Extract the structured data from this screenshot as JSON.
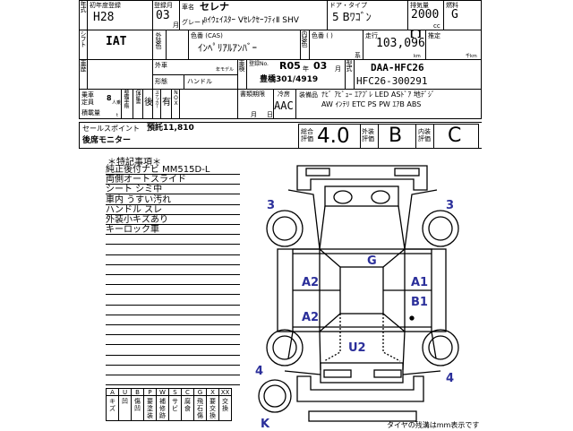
{
  "header": {
    "year_label": "年式",
    "first_reg_label": "初年度登録",
    "first_reg": "H28",
    "reg_month_label": "登録月",
    "reg_month": "03",
    "month_unit": "月",
    "car_name_label": "車名",
    "car_name": "セレナ",
    "grade_label": "グレード",
    "grade": "ﾊｲｳｪｲｽﾀｰ VｾﾚｸｾｰﾌﾃｨⅡ SHV",
    "door_label": "ドア・タイプ",
    "door": "5 Bﾜｺﾞﾝ",
    "displacement_label": "排気量",
    "displacement": "2000",
    "cc": "cc",
    "fuel_label": "燃料",
    "fuel": "G"
  },
  "row2": {
    "shift_label": "シフト",
    "shift": "IAT",
    "ext_color_label": "外装色",
    "color_no_label": "色番 (CAS)",
    "color": "ｲﾝﾍﾟﾘｱﾙｱﾝﾊﾞｰ",
    "int_color_label": "内装色",
    "int_color_no_label": "色番 ( )",
    "mileage_label": "走行",
    "mileage_bracket": "[ ]",
    "mileage": "103,096",
    "km": "km",
    "estimate_label": "推定",
    "thousand_km": "千km",
    "ko": "系"
  },
  "row3": {
    "history_label": "車歴",
    "import_label": "外車",
    "model_year_label": "年モデル",
    "form_label": "形態",
    "handle_label": "ハンドル",
    "inspection_label": "車検",
    "reg_no_label": "登録No.",
    "inspection_year": "R05",
    "year_unit": "年",
    "inspection_month": "03",
    "month_unit": "月",
    "reg_no": "豊橋301/4919",
    "type_label": "型式",
    "model_code": "DAA-HFC26",
    "chassis": "HFC26-300291"
  },
  "row4": {
    "capacity_label": "乗車定員",
    "capacity": "8",
    "capacity_unit": "人乗",
    "load_label": "積載量",
    "load_unit": "t",
    "manual_label": "整備手帳",
    "warranty_label": "保証書",
    "rear": "後",
    "sticker_label": "ステッカー",
    "has": "有",
    "nox_label": "NOX",
    "doc_label": "書類期限",
    "doc_month": "月",
    "doc_day": "日",
    "ac_label": "冷房",
    "ac": "AAC",
    "equipment_label": "装備品",
    "equipment_1": "ﾅﾋﾞ ｱﾋﾞｭｰ ｴｱﾌﾞﾚ LED ASﾄﾞｱ 地ﾃﾞｼﾞ",
    "equipment_2": "AW ｲﾝﾃﾘ ETC PS PW ｴｱB ABS"
  },
  "sales": {
    "label": "セールスポイント",
    "recycle": "預託11,810",
    "note": "後席モニター"
  },
  "scores": {
    "overall_label": "総合評価",
    "overall": "4.0",
    "exterior_label": "外装評価",
    "exterior": "B",
    "interior_label": "内装評価",
    "interior": "C"
  },
  "notes": {
    "title": "＊特記事項＊",
    "items": [
      "純正後付ナビ MM515D-L",
      "両側オートスライド",
      "シート シミ中",
      "車内 うすい汚れ",
      "ハンドル スレ",
      "外装小キズあり",
      "キーロック車"
    ]
  },
  "legend": {
    "codes": [
      "A",
      "U",
      "B",
      "P",
      "W",
      "S",
      "C",
      "G",
      "X",
      "XX"
    ],
    "meanings": [
      "キズ",
      "凹",
      "傷凹",
      "要塗装",
      "補修跡",
      "サビ",
      "腐食",
      "飛石傷",
      "要交換",
      "交換"
    ]
  },
  "diagram": {
    "marks": [
      "3",
      "3",
      "G",
      "A2",
      "A1",
      "B1",
      "A2",
      "U2",
      "4",
      "4",
      "K"
    ],
    "mark_color": "#2b2f9a"
  },
  "footer": {
    "tire_note": "タイヤの残溝はmm表示です"
  }
}
